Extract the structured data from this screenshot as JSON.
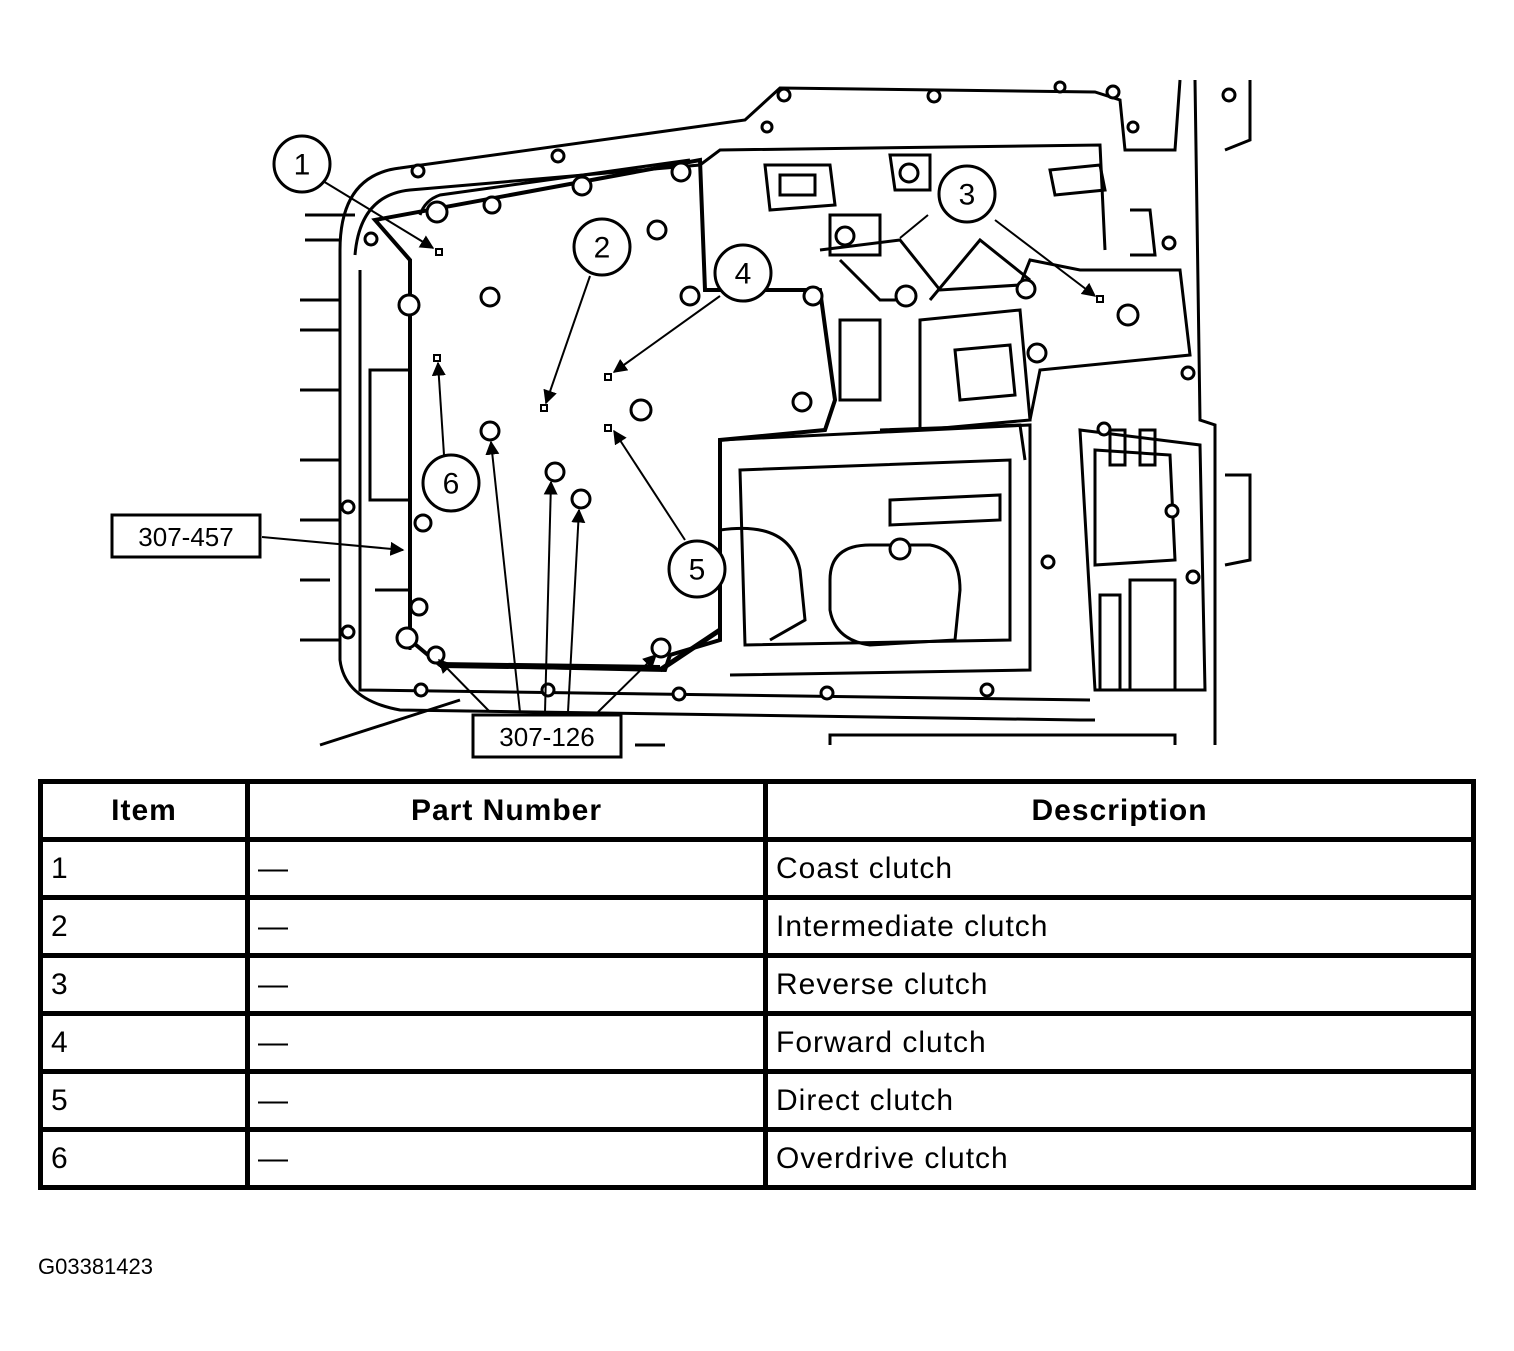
{
  "figure": {
    "callouts": [
      "1",
      "2",
      "3",
      "4",
      "5",
      "6"
    ],
    "tools": [
      "307-457",
      "307-126"
    ]
  },
  "legend": {
    "headers": {
      "item": "Item",
      "part_number": "Part Number",
      "description": "Description"
    },
    "rows": [
      {
        "item": "1",
        "part_number": "—",
        "description": "Coast clutch"
      },
      {
        "item": "2",
        "part_number": "—",
        "description": "Intermediate clutch"
      },
      {
        "item": "3",
        "part_number": "—",
        "description": "Reverse clutch"
      },
      {
        "item": "4",
        "part_number": "—",
        "description": "Forward clutch"
      },
      {
        "item": "5",
        "part_number": "—",
        "description": "Direct clutch"
      },
      {
        "item": "6",
        "part_number": "—",
        "description": "Overdrive clutch"
      }
    ]
  },
  "figure_id": "G03381423"
}
